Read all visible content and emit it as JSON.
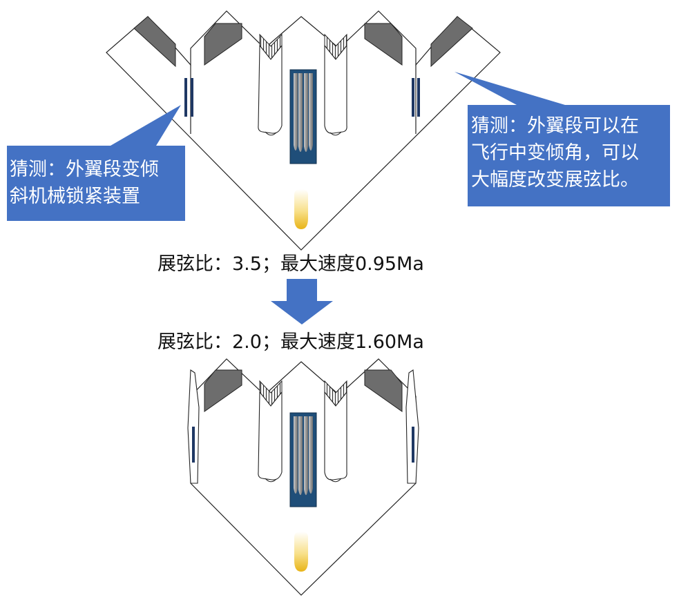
{
  "callouts": {
    "left": {
      "text": "猜测：外翼段变倾\n斜机械锁紧装置"
    },
    "right": {
      "text": "猜测：外翼段可以在\n飞行中变倾角，可以\n大幅度改变展弦比。"
    }
  },
  "labels": {
    "top_spec": "展弦比：3.5；最大速度0.95Ma",
    "bottom_spec": "展弦比：2.0；最大速度1.60Ma"
  },
  "colors": {
    "callout_fill": "#4472C4",
    "arrow_fill": "#4472C4",
    "bay_fill": "#1F4E79",
    "dark_gray": "#6D6D6D",
    "lock_mark": "#1F3864",
    "exhaust": "#F5C518"
  }
}
